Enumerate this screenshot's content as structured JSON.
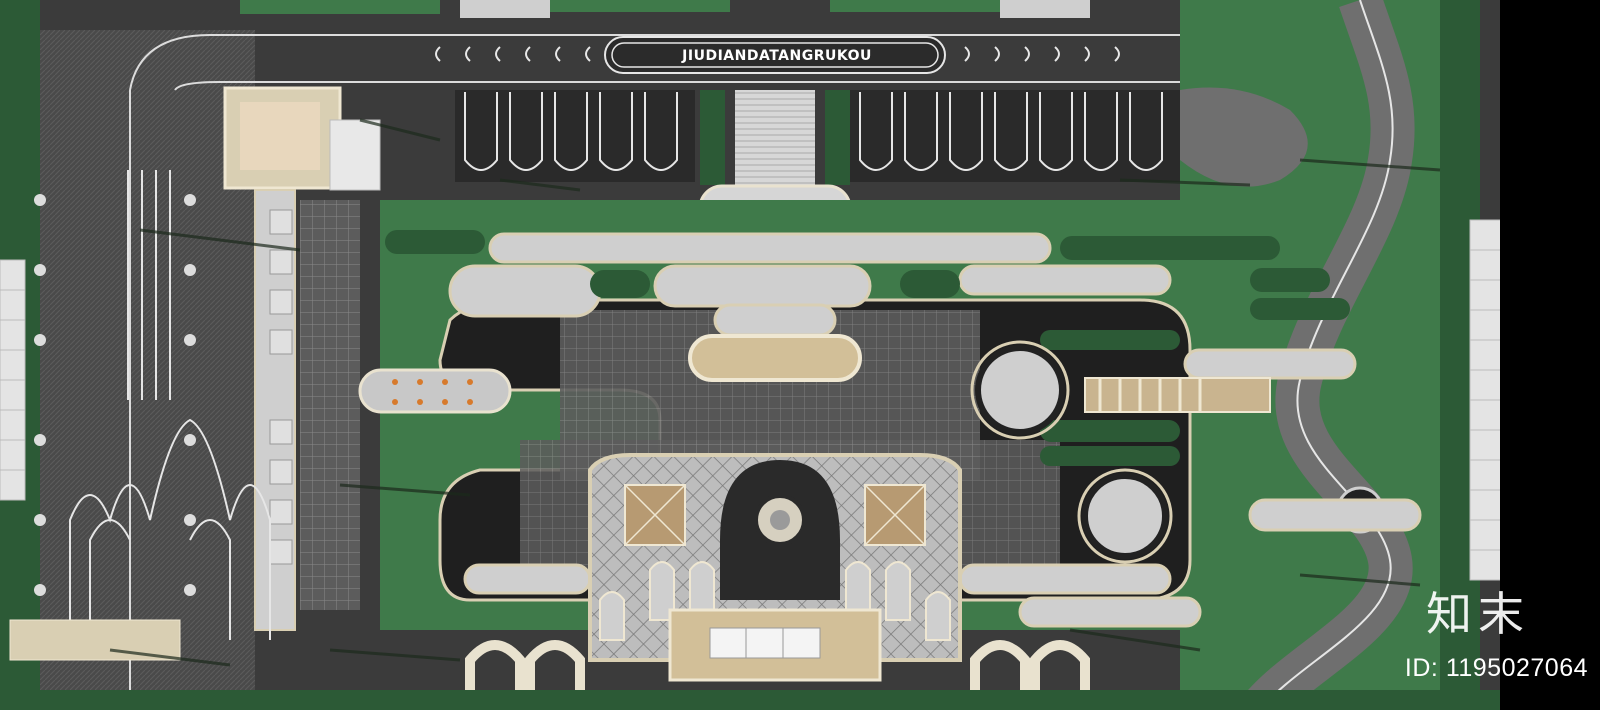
{
  "plan": {
    "entrance_label": "JIUDIANDATANGRUKOU"
  },
  "watermark": {
    "brand": "知末",
    "id": "ID: 1195027064"
  },
  "colors": {
    "road": "#3a3a3a",
    "asphalt": "#2e2e2e",
    "lawn": "#3f7a4a",
    "lawn_dark": "#2c5a36",
    "paving_light": "#cfcfcf",
    "curb": "#d9cfb3",
    "pavilion": "#c9b48f"
  }
}
